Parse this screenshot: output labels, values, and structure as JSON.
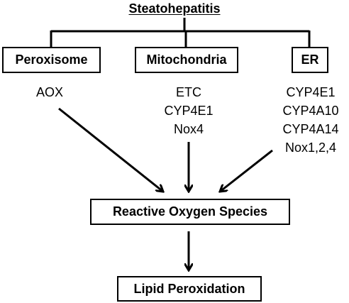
{
  "title": "Steatohepatitis",
  "organelles": [
    {
      "label": "Peroxisome",
      "enzymes": [
        "AOX"
      ]
    },
    {
      "label": "Mitochondria",
      "enzymes": [
        "ETC",
        "CYP4E1",
        "Nox4"
      ]
    },
    {
      "label": "ER",
      "enzymes": [
        "CYP4E1",
        "CYP4A10",
        "CYP4A14",
        "Nox1,2,4"
      ]
    }
  ],
  "ros_box": "Reactive Oxygen Species",
  "outcome_box": "Lipid Peroxidation"
}
